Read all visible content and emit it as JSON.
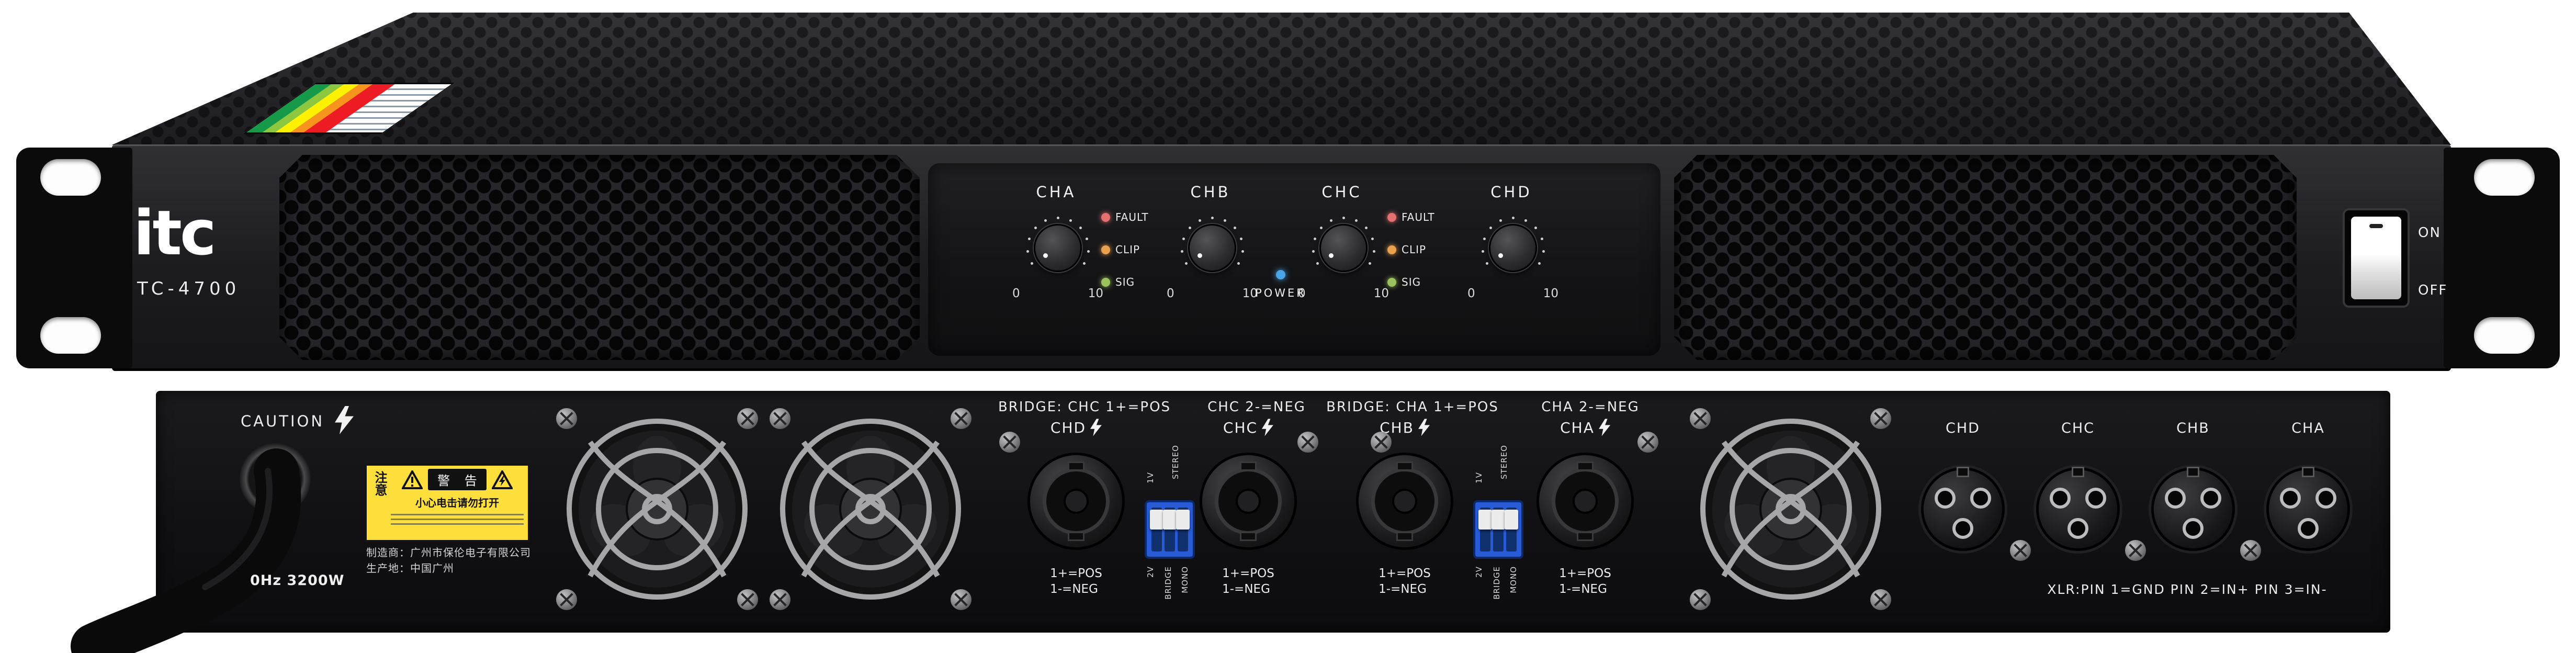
{
  "front_panel": {
    "brand": "itc",
    "model": "TC-4700",
    "channels": [
      {
        "label": "CHA"
      },
      {
        "label": "CHB"
      },
      {
        "label": "CHC"
      },
      {
        "label": "CHD"
      }
    ],
    "knob": {
      "min": "0",
      "max": "10"
    },
    "leds": [
      {
        "label": "FAULT",
        "color": "#e4716f"
      },
      {
        "label": "CLIP",
        "color": "#eaa14e"
      },
      {
        "label": "SIG",
        "color": "#9cc25d"
      }
    ],
    "power": {
      "label": "POWER",
      "color": "#4aa3e6"
    },
    "switch": {
      "on": "ON",
      "off": "OFF"
    }
  },
  "rear_panel": {
    "caution": "CAUTION",
    "sticker": {
      "notice": "注意",
      "header": "警 告",
      "warning": "小心电击请勿打开"
    },
    "manufacturer_line1": "制造商：广州市保伦电子有限公司",
    "manufacturer_line2": "生产地：中国广州",
    "rating": "0Hz 3200W",
    "groups": [
      {
        "bridge_pos": "BRIDGE: CHC 1+=POS",
        "bridge_neg": "CHC 2-=NEG",
        "channels": [
          {
            "label": "CHD",
            "pin_pos": "1+=POS",
            "pin_neg": "1-=NEG"
          },
          {
            "label": "CHC",
            "pin_pos": "1+=POS",
            "pin_neg": "1-=NEG"
          }
        ]
      },
      {
        "bridge_pos": "BRIDGE: CHA 1+=POS",
        "bridge_neg": "CHA 2-=NEG",
        "channels": [
          {
            "label": "CHB",
            "pin_pos": "1+=POS",
            "pin_neg": "1-=NEG"
          },
          {
            "label": "CHA",
            "pin_pos": "1+=POS",
            "pin_neg": "1-=NEG"
          }
        ]
      }
    ],
    "dip": {
      "top": [
        "1V",
        "STEREO"
      ],
      "bottom": [
        "2V",
        "BRIDGE",
        "MONO"
      ]
    },
    "xlr": {
      "labels": [
        "CHD",
        "CHC",
        "CHB",
        "CHA"
      ],
      "note": "XLR:PIN 1=GND PIN 2=IN+ PIN 3=IN-"
    },
    "colors": {
      "dip_blue": "#2a5bd7",
      "sticker_yellow": "#ffdf3c"
    }
  }
}
